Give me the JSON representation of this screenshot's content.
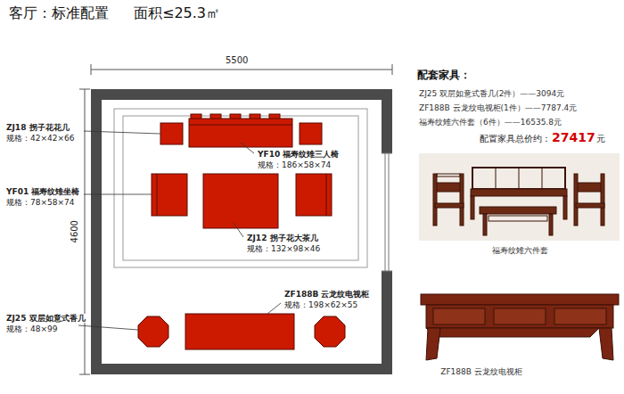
{
  "diagram": {
    "title": "客厅：标准配置",
    "labels": [
      "5500",
      "4600",
      "面积≤25.3㎡",
      "ZJ18 拐子花花几",
      "规格：42×42×66",
      "YF10 福寿纹雉三人椅",
      "规格：186×58×74",
      "YF01 福寿纹雉坐椅",
      "规格：78×58×74",
      "ZJ12 拐子花大茶几",
      "规格：132×98×46",
      "ZF188B 云龙纹电视柜",
      "规格：198×62×55",
      "ZJ25 双层如意式香几",
      "规格：48×99",
      "配套家具：",
      "ZJ25 双层如意式香几(2件）——3094元",
      "ZF188B 云龙纹电视柜(1件）——7787.4元",
      "福寿纹雉六件套（6件）——16535.8元",
      "配置家具总价约：",
      "27417",
      "元",
      "福寿纹雉六件套",
      "ZF188B 云龙纹电视柜"
    ]
  }
}
